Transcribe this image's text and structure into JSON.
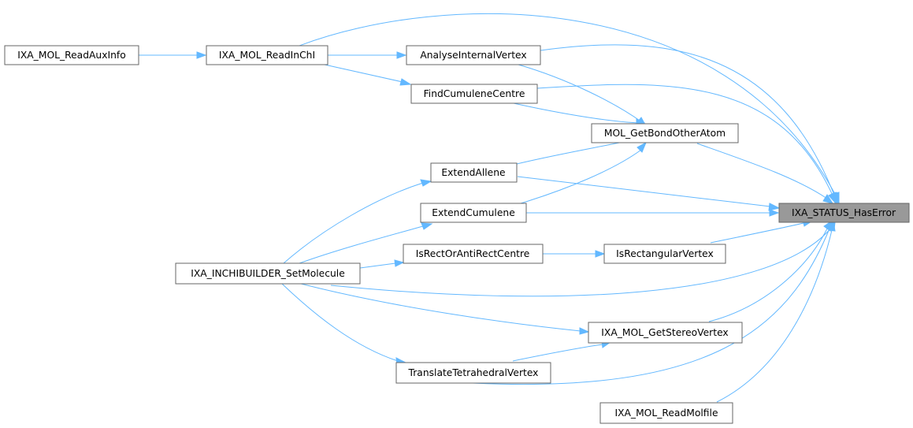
{
  "diagram": {
    "colors": {
      "edge": "#63b8ff",
      "node_border": "#666666",
      "node_fill": "#ffffff",
      "highlight_fill": "#999999"
    },
    "nodes": {
      "readauxinfo": "IXA_MOL_ReadAuxInfo",
      "readinchi": "IXA_MOL_ReadInChI",
      "analyse": "AnalyseInternalVertex",
      "cumulenecentre": "FindCumuleneCentre",
      "getbondotheratom": "MOL_GetBondOtherAtom",
      "extendallene": "ExtendAllene",
      "extendcumulene": "ExtendCumulene",
      "haserror": "IXA_STATUS_HasError",
      "setmolecule": "IXA_INCHIBUILDER_SetMolecule",
      "isrectorantirect": "IsRectOrAntiRectCentre",
      "isrectangular": "IsRectangularVertex",
      "getstereovertex": "IXA_MOL_GetStereoVertex",
      "translatetetrahedral": "TranslateTetrahedralVertex",
      "readmolfile": "IXA_MOL_ReadMolfile"
    }
  }
}
